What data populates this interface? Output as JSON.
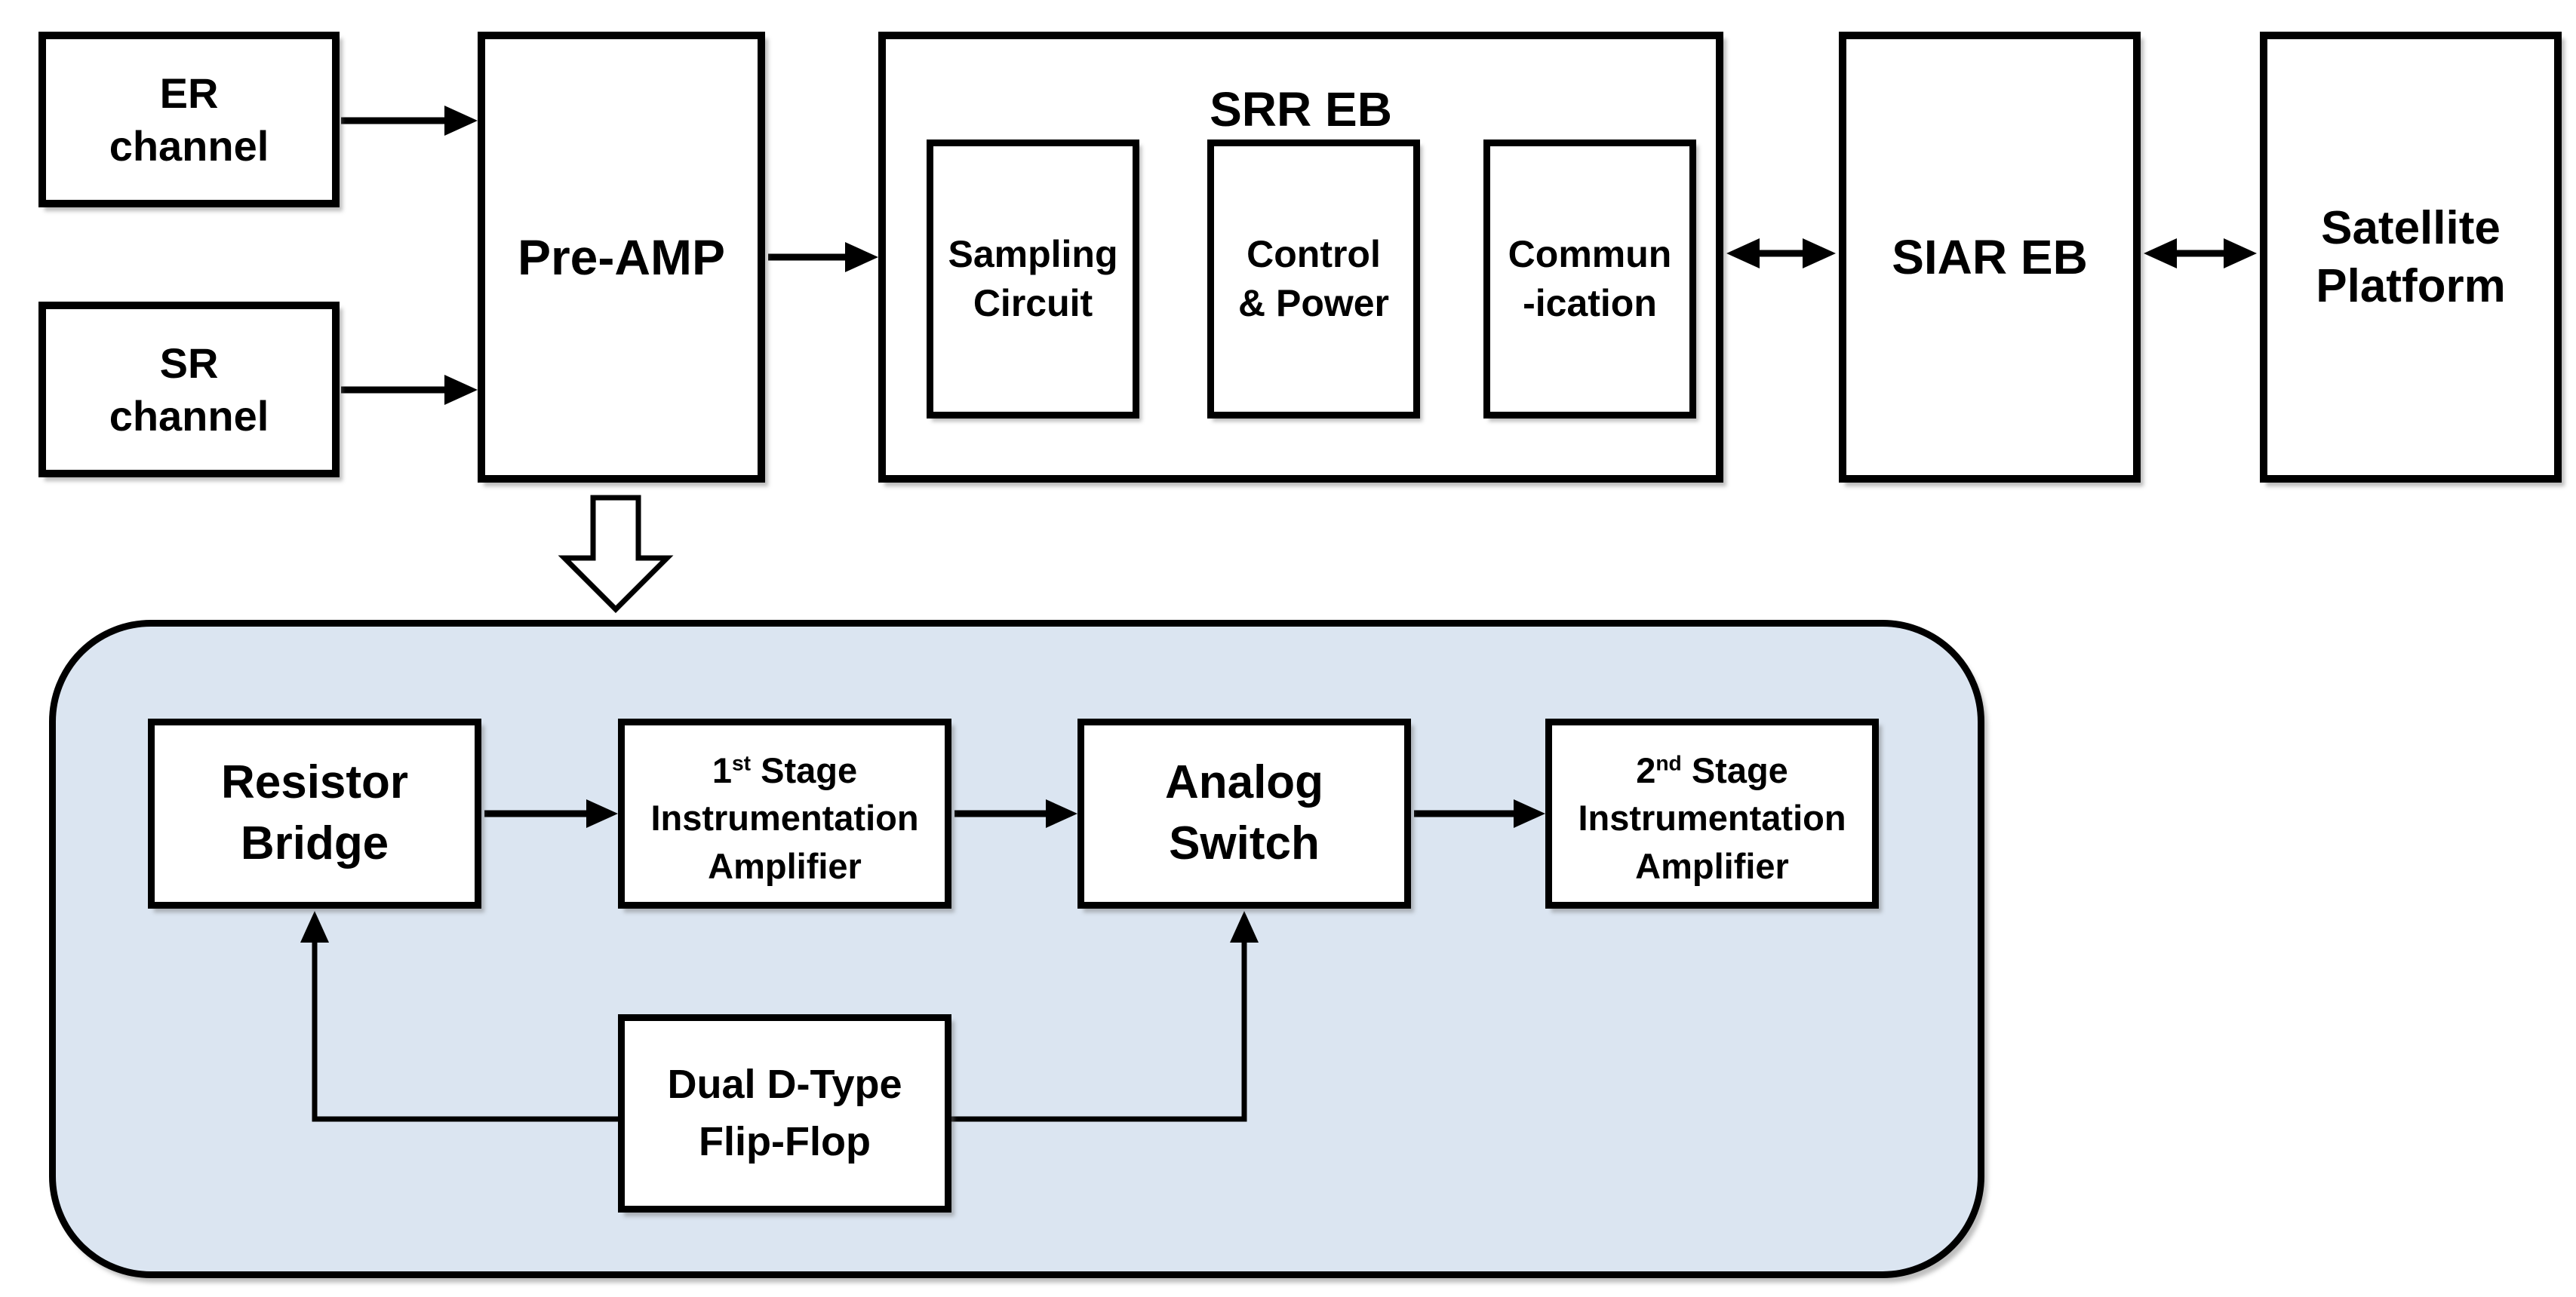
{
  "diagram": {
    "top_row": {
      "er_channel": "ER\nchannel",
      "sr_channel": "SR\nchannel",
      "pre_amp": "Pre-AMP",
      "srr_eb": {
        "title": "SRR EB",
        "sub_blocks": [
          "Sampling\nCircuit",
          "Control\n& Power",
          "Commun\n-ication"
        ]
      },
      "siar_eb": "SIAR EB",
      "satellite_platform": "Satellite\nPlatform"
    },
    "pre_amp_detail": {
      "resistor_bridge": "Resistor\nBridge",
      "stage1": {
        "num": "1",
        "sup": "st",
        "suffix": " Stage",
        "line2": "Instrumentation",
        "line3": "Amplifier"
      },
      "analog_switch": "Analog\nSwitch",
      "stage2": {
        "num": "2",
        "sup": "nd",
        "suffix": " Stage",
        "line2": "Instrumentation",
        "line3": "Amplifier"
      },
      "flip_flop": "Dual D-Type\nFlip-Flop"
    },
    "colors": {
      "detail_background": "#dbe5f1",
      "line": "#000000",
      "box_fill": "#ffffff"
    }
  }
}
